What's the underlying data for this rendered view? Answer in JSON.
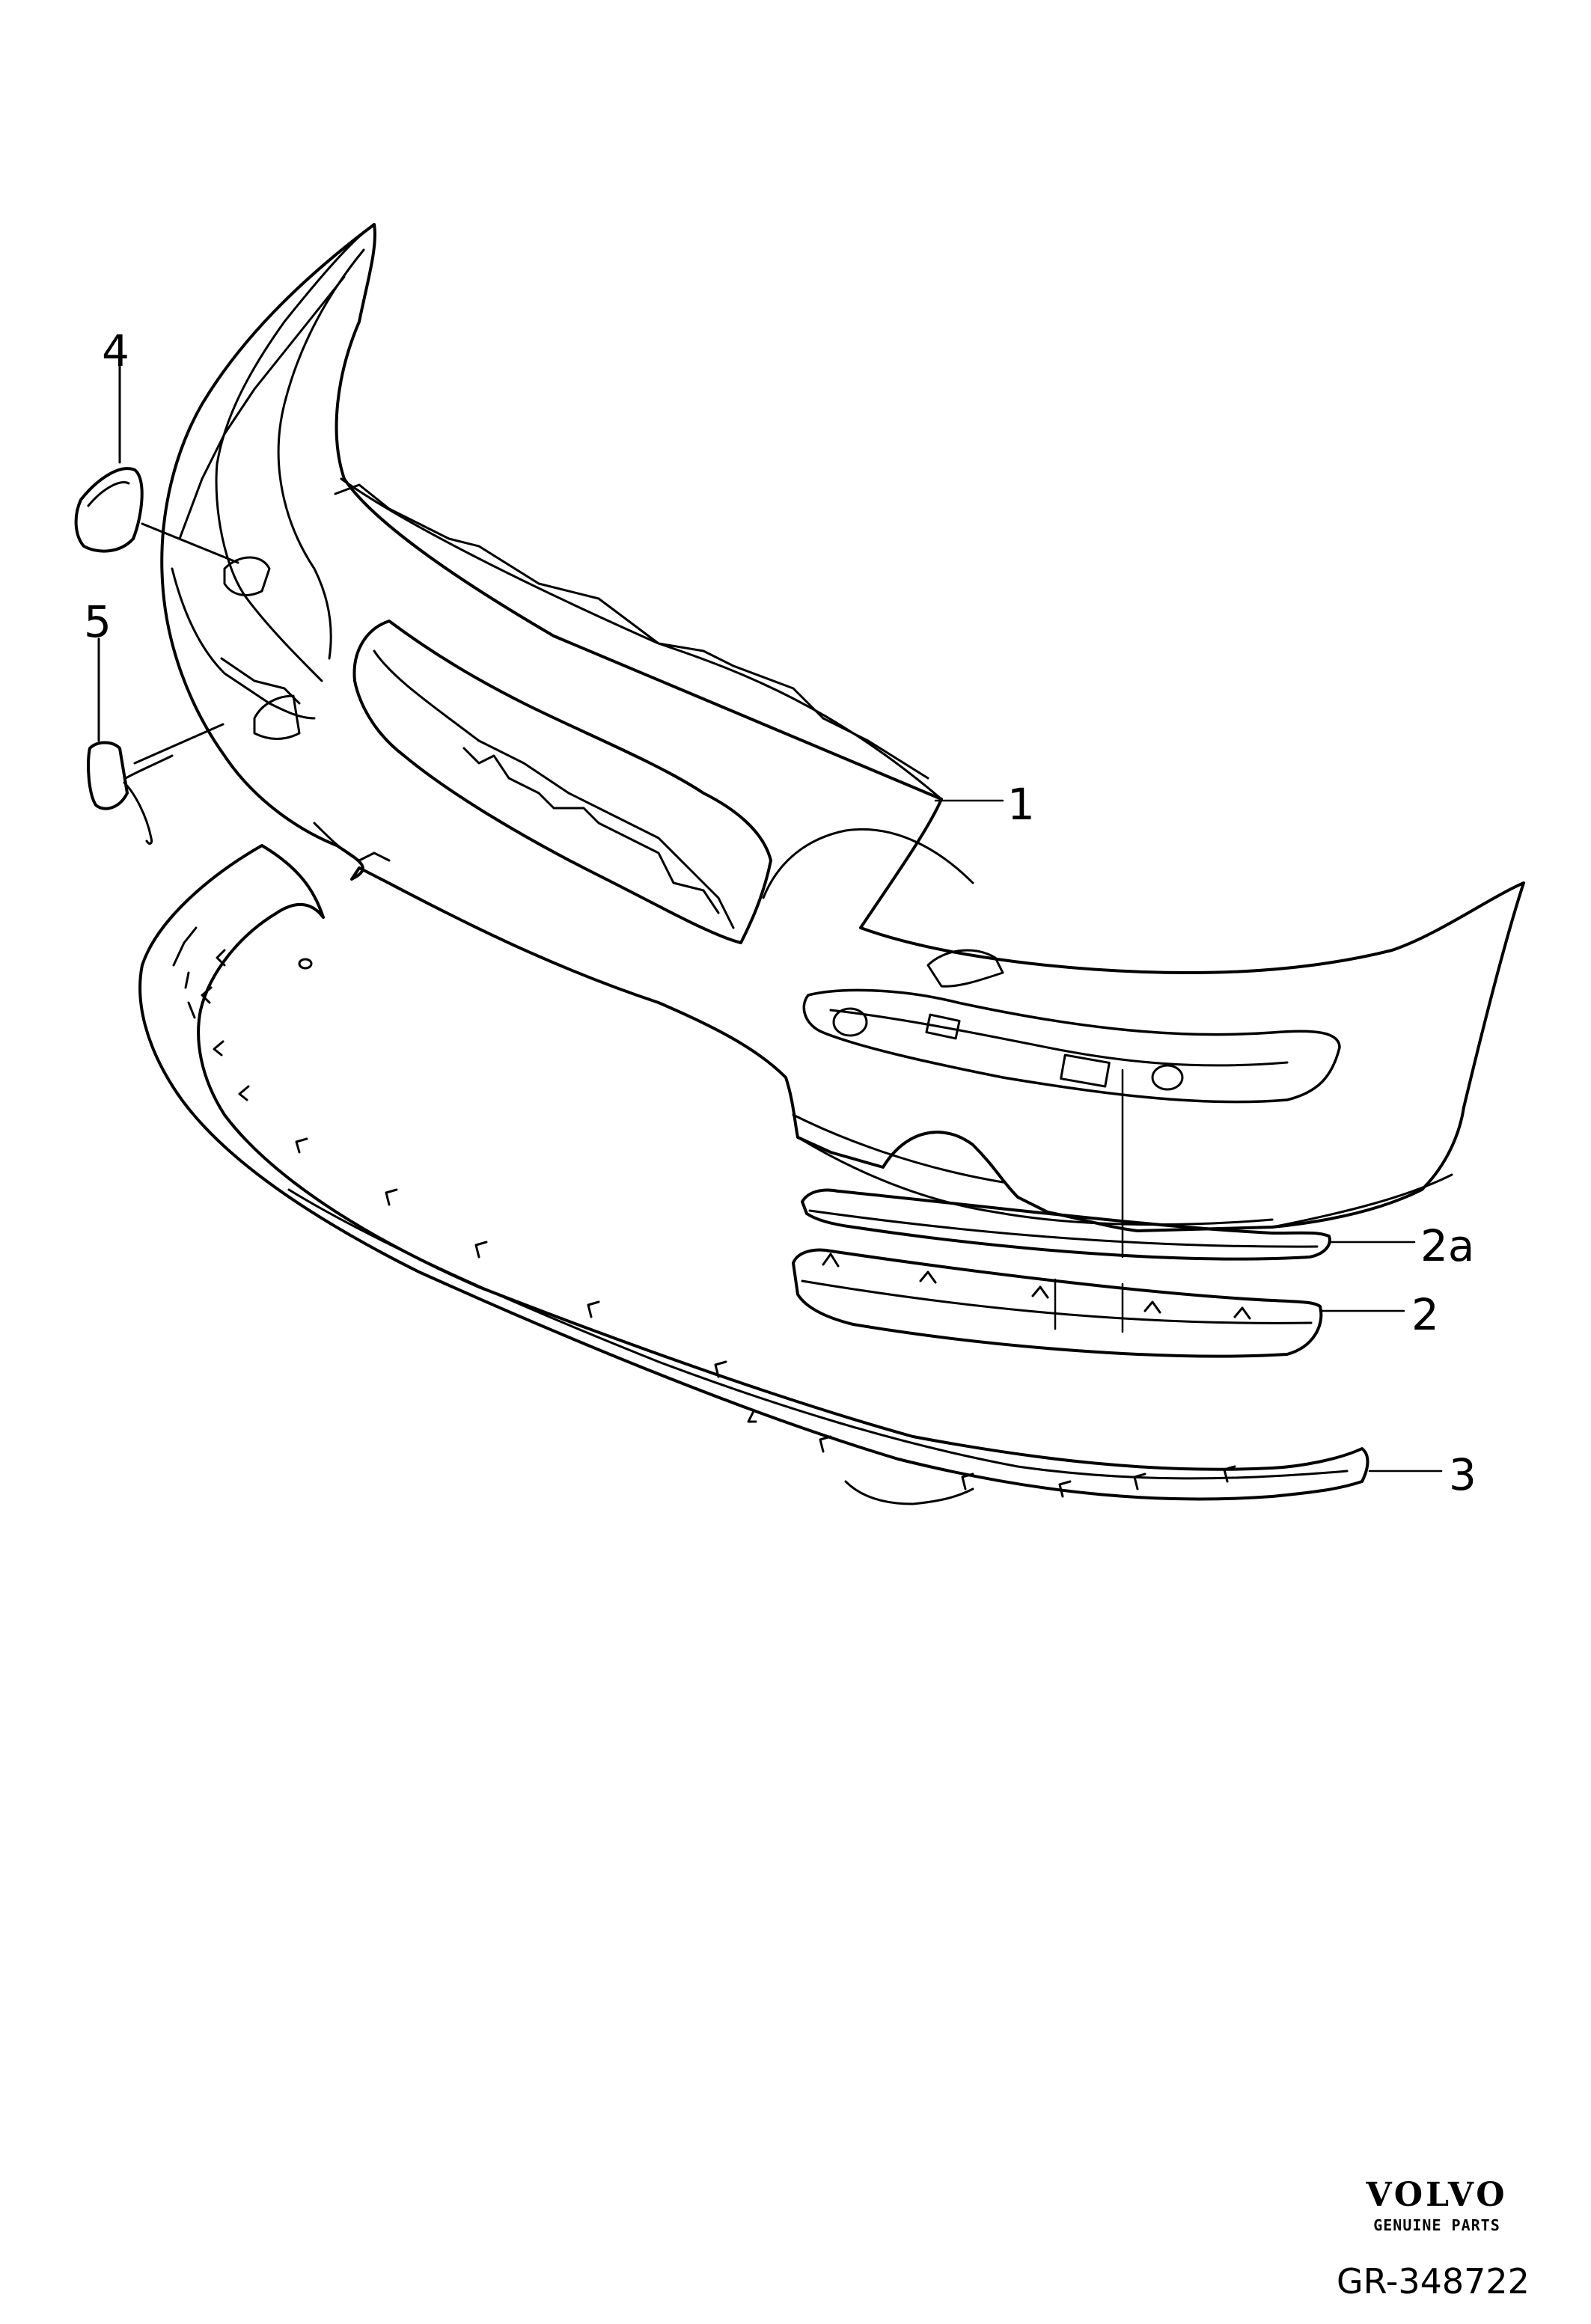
{
  "callouts": {
    "item_1": "1",
    "item_2": "2",
    "item_2a": "2a",
    "item_3": "3",
    "item_4": "4",
    "item_5": "5"
  },
  "brand": {
    "name": "VOLVO",
    "subtitle": "GENUINE PARTS"
  },
  "drawing_number": "GR-348722",
  "colors": {
    "line": "#000000",
    "background": "#ffffff"
  }
}
